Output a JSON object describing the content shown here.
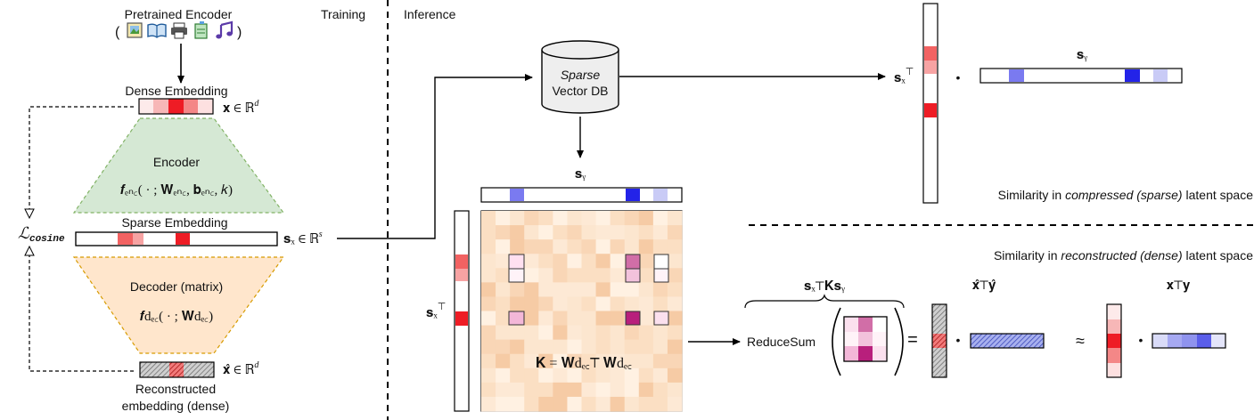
{
  "sections": {
    "training": "Training",
    "inference": "Inference"
  },
  "pretrained": {
    "title": "Pretrained Encoder",
    "open_paren": "(",
    "close_paren": ")",
    "icons": [
      "image-icon",
      "book-icon",
      "printer-icon",
      "document-icon",
      "music-icon"
    ]
  },
  "dense_embedding": {
    "label": "Dense Embedding",
    "math": "𝐱 ∈ ℝ",
    "sup": "d"
  },
  "encoder": {
    "title": "Encoder",
    "formula": "𝒇ₑₙ꜀( · ; 𝐖ₑₙ꜀, 𝐛ₑₙ꜀, 𝑘)"
  },
  "sparse_embedding": {
    "label": "Sparse Embedding",
    "math": "𝐬ₓ ∈ ℝ",
    "sup": "s"
  },
  "loss": {
    "symbol": "ℒ",
    "subscript": "cosine"
  },
  "decoder": {
    "title": "Decoder (matrix)",
    "formula": "𝒇dₑ꜀( · ; 𝐖dₑ꜀)"
  },
  "reconstructed": {
    "math": "𝐱̂ ∈ ℝ",
    "sup": "d",
    "label_line1": "Reconstructed",
    "label_line2": "embedding (dense)"
  },
  "vector_db": {
    "line1": "Sparse",
    "line2": "Vector DB"
  },
  "kernel": {
    "sy_label": "𝐬ᵧ",
    "sx_label": "𝐬ₓ",
    "sx_sup": "⊤",
    "formula": "𝐊 = 𝐖dₑ꜀⊤ 𝐖dₑ꜀"
  },
  "compressed": {
    "sx_label": "𝐬ₓ",
    "sx_sup": "⊤",
    "sy_label": "𝐬ᵧ",
    "dot": "•",
    "caption_prefix": "Similarity in ",
    "caption_em": "compressed (sparse)",
    "caption_suffix": " latent space"
  },
  "reconstructed_space": {
    "caption_prefix": "Similarity in ",
    "caption_em": "reconstructed (dense)",
    "caption_suffix": " latent space",
    "sksy": "𝐬ₓ⊤𝐊𝐬ᵧ",
    "reduce_sum": "ReduceSum",
    "equals": "=",
    "xhat_label": "𝐱̂⊤𝐲̂",
    "dot1": "•",
    "approx": "≈",
    "xy_label": "𝐱⊤𝐲",
    "dot2": "•"
  },
  "colors": {
    "encoder_fill": "#d5e8d4",
    "encoder_stroke": "#82b366",
    "decoder_fill": "#ffe6cc",
    "decoder_stroke": "#d79b00",
    "red": "#ee1c25",
    "blue": "#2323e8",
    "kernel_bg": "#fce6cf"
  }
}
